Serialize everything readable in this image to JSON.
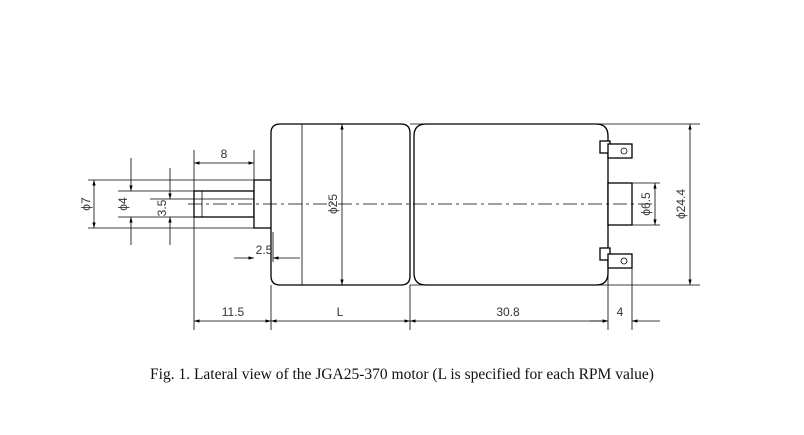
{
  "figure": {
    "caption": "Fig. 1. Lateral view of the JGA25-370 motor (L is specified for each RPM value)",
    "dimensions": {
      "shaft_length": "8",
      "dia_7": "ϕ7",
      "dia_4": "ϕ4",
      "flat_3_5": "3.5",
      "gear_dia": "ϕ25",
      "step_2_5": "2.5",
      "boss_dia": "ϕ6.5",
      "motor_dia": "ϕ24.4",
      "offset_11_5": "11.5",
      "gearbox_length": "L",
      "motor_length": "30.8",
      "terminal_4": "4"
    }
  }
}
